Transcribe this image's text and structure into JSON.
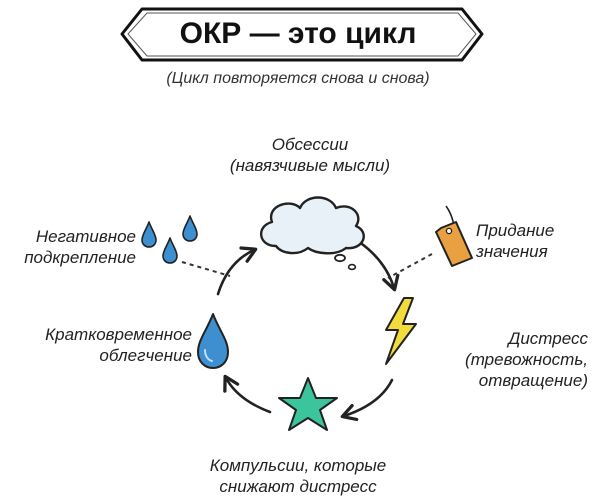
{
  "title": "ОКР — это цикл",
  "subtitle": "(Цикл повторяется снова и снова)",
  "stages": {
    "obsessions": {
      "line1": "Обсессии",
      "line2": "(навязчивые мысли)"
    },
    "meaning": {
      "line1": "Придание",
      "line2": "значения"
    },
    "distress": {
      "line1": "Дистресс",
      "line2": "(тревожность,",
      "line3": "отвращение)"
    },
    "compulsions": {
      "line1": "Компульсии, которые",
      "line2": "снижают дистресс"
    },
    "relief": {
      "line1": "Кратковременное",
      "line2": "облегчение"
    },
    "reinforcement": {
      "line1": "Негативное",
      "line2": "подкрепление"
    }
  },
  "colors": {
    "ink": "#222222",
    "cloud": "#e8f1f8",
    "drop": "#3d8fd0",
    "tag": "#e9a040",
    "lightning": "#f2dc3c",
    "star": "#3cc49c"
  },
  "icons": [
    "cloud-icon",
    "price-tag-icon",
    "lightning-icon",
    "star-icon",
    "water-drop-icon",
    "raindrops-icon"
  ]
}
